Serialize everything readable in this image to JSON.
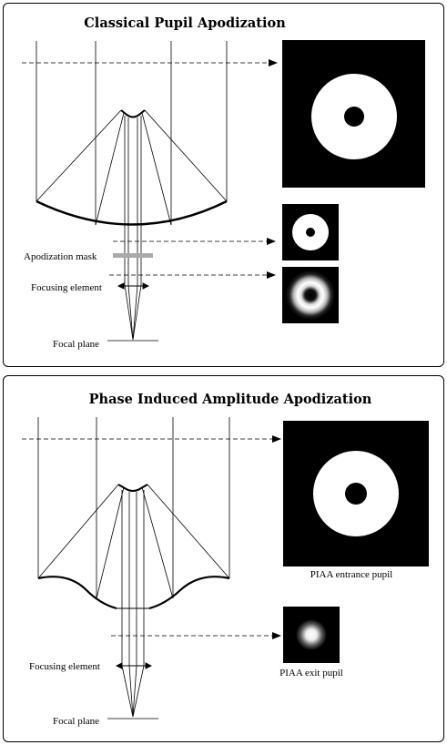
{
  "top_panel": {
    "title": "Classical Pupil Apodization",
    "labels": {
      "apodization_mask": "Apodization mask",
      "focusing_element": "Focusing element",
      "focal_plane": "Focal plane"
    }
  },
  "bottom_panel": {
    "title": "Phase Induced Amplitude Apodization",
    "labels": {
      "focusing_element": "Focusing element",
      "focal_plane": "Focal plane",
      "entrance_pupil": "PIAA entrance pupil",
      "exit_pupil": "PIAA exit pupil"
    }
  }
}
